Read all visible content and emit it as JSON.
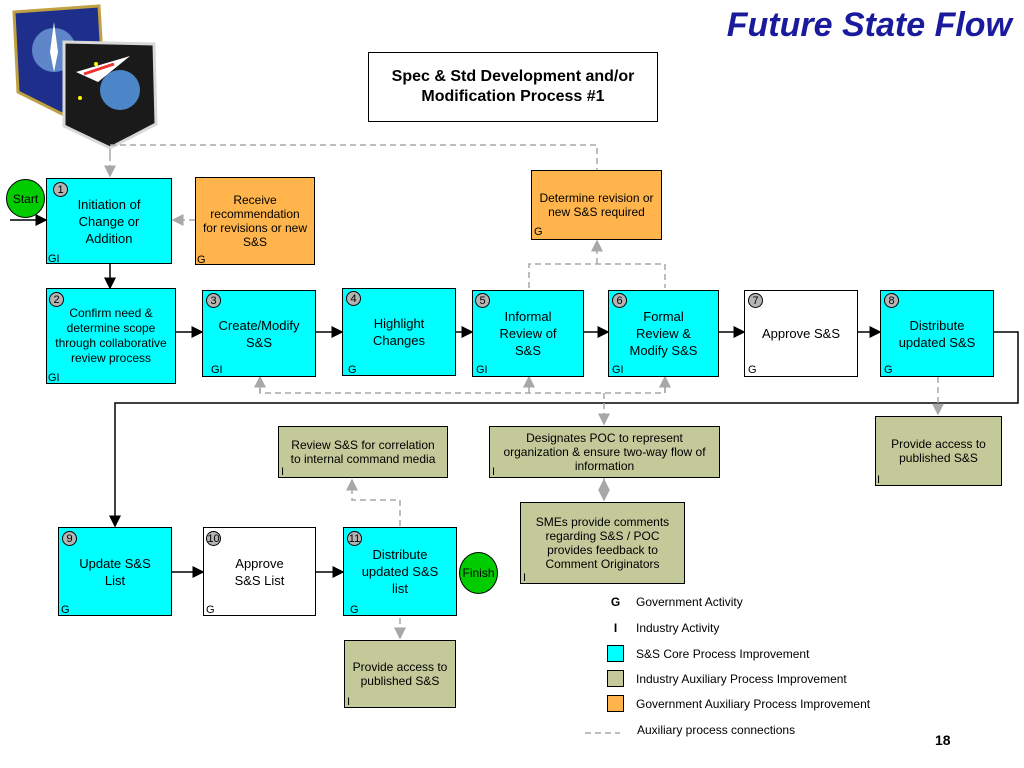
{
  "title": "Future State Flow",
  "header": "Spec & Std Development and/or Modification Process #1",
  "start_label": "Start",
  "finish_label": "Finish",
  "steps": [
    {
      "num": "1",
      "text": "Initiation of Change or Addition",
      "tag": "GI"
    },
    {
      "num": "2",
      "text": "Confirm need & determine scope through collaborative review process",
      "tag": "GI"
    },
    {
      "num": "3",
      "text": "Create/Modify S&S",
      "tag": "GI"
    },
    {
      "num": "4",
      "text": "Highlight Changes",
      "tag": "G"
    },
    {
      "num": "5",
      "text": "Informal Review of S&S",
      "tag": "GI"
    },
    {
      "num": "6",
      "text": "Formal Review & Modify S&S",
      "tag": "GI"
    },
    {
      "num": "7",
      "text": "Approve S&S",
      "tag": "G"
    },
    {
      "num": "8",
      "text": "Distribute updated S&S",
      "tag": "G"
    },
    {
      "num": "9",
      "text": "Update S&S List",
      "tag": "G"
    },
    {
      "num": "10",
      "text": "Approve S&S List",
      "tag": "G"
    },
    {
      "num": "11",
      "text": "Distribute updated S&S list",
      "tag": "G"
    }
  ],
  "aux": {
    "receive": {
      "text": "Receive recommendation for revisions or new S&S",
      "tag": "G"
    },
    "determine": {
      "text": "Determine revision or new S&S required",
      "tag": "G"
    },
    "review": {
      "text": "Review S&S for correlation to internal command media",
      "tag": "I"
    },
    "designate": {
      "text": "Designates POC to represent organization & ensure two-way flow of information",
      "tag": "I"
    },
    "smes": {
      "text": "SMEs provide comments regarding S&S / POC provides feedback to Comment Originators",
      "tag": "I"
    },
    "access_right": {
      "text": "Provide access to published S&S",
      "tag": "I"
    },
    "access_bottom": {
      "text": "Provide access to published S&S",
      "tag": "I"
    }
  },
  "legend": {
    "g_letter": "G",
    "g_text": "Government Activity",
    "i_letter": "I",
    "i_text": "Industry Activity",
    "core": "S&S Core Process Improvement",
    "industry_aux": "Industry Auxiliary Process Improvement",
    "gov_aux": "Government Auxiliary Process Improvement",
    "connections": "Auxiliary process connections"
  },
  "colors": {
    "core": "#00ffff",
    "gov_aux": "#ffb54c",
    "industry_aux": "#c4c99a",
    "start_finish": "#00cc00",
    "title": "#1a1a9c"
  },
  "page_number": "18"
}
